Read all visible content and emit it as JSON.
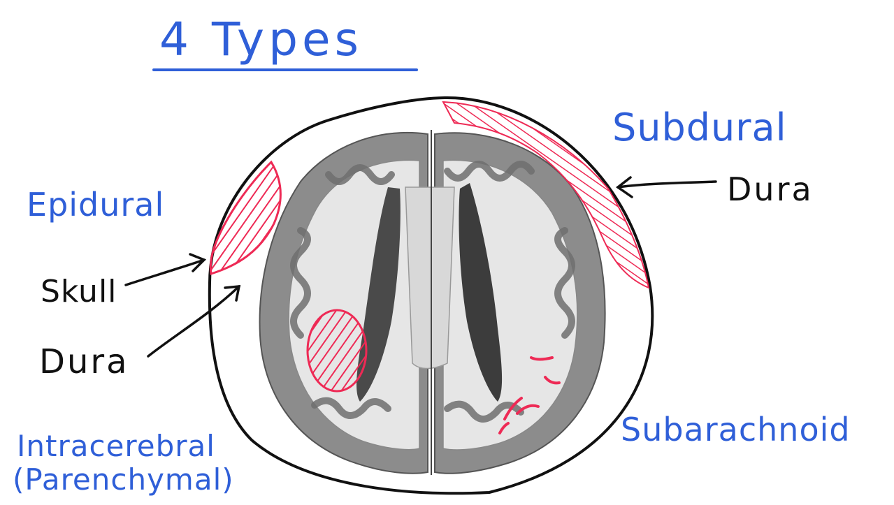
{
  "title": "4 Types",
  "labels": {
    "subdural": "Subdural",
    "epidural": "Epidural",
    "dura_right": "Dura",
    "skull": "Skull",
    "dura_left": "Dura",
    "subarachnoid": "Subarachnoid",
    "intracerebral": "Intracerebral",
    "parenchymal": "(Parenchymal)"
  },
  "colors": {
    "label_blue": "#2f5fd8",
    "ink_black": "#111111",
    "hemorrhage_red": "#ee2a55",
    "brain_gray": "#8a8a8a",
    "white_matter": "#e8e8e8"
  },
  "icons": {
    "brain": "brain-cross-section-icon",
    "arrow": "arrow-icon"
  }
}
